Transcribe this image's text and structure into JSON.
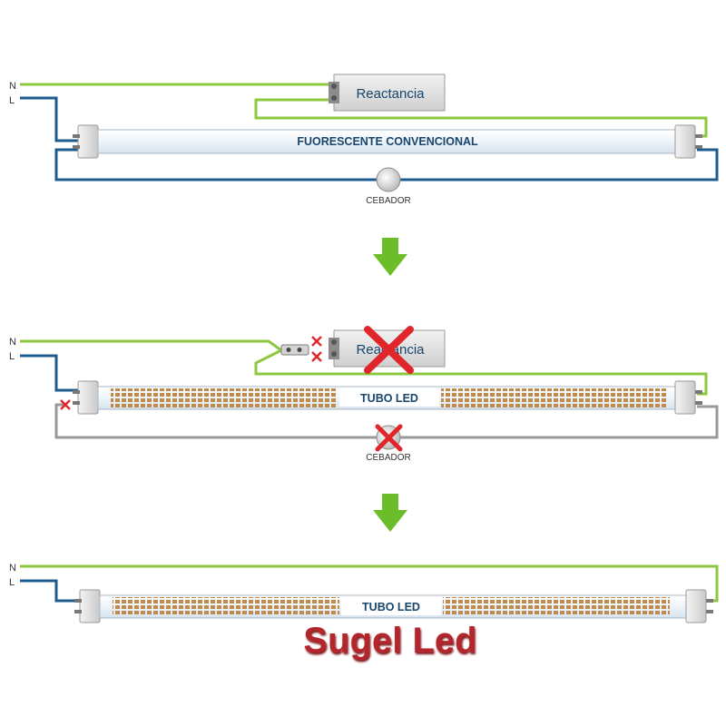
{
  "labels": {
    "neutral": "N",
    "live": "L",
    "ballast": "Reactancia",
    "starter": "CEBADOR",
    "tube_fluorescent": "FUORESCENTE CONVENCIONAL",
    "tube_led": "TUBO LED"
  },
  "brand": "Sugel Led",
  "colors": {
    "neutral_wire": "#8dc63f",
    "live_wire": "#1d5b8f",
    "disconnected_wire": "#999999",
    "cross": "#e0262b",
    "arrow": "#6cbd2a",
    "tube_text": "#17456b",
    "brand": "#b3262b"
  }
}
